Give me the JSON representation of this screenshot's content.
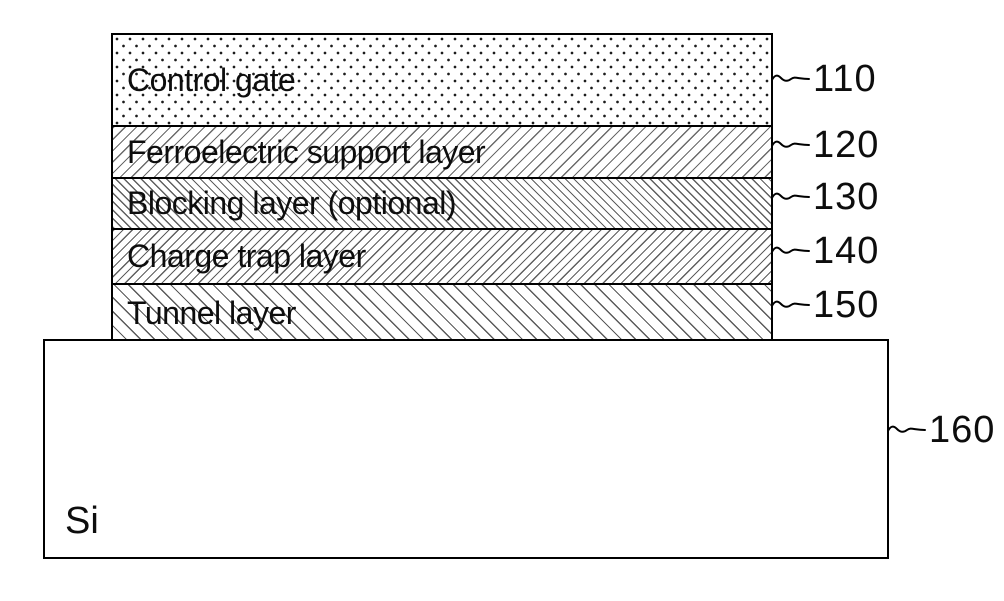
{
  "figure": {
    "stack_layers": [
      {
        "name": "Control gate",
        "ref": "110",
        "fill": "dots"
      },
      {
        "name": "Ferroelectric support layer",
        "ref": "120",
        "fill": "diagonal-up-hatch"
      },
      {
        "name": "Blocking layer (optional)",
        "ref": "130",
        "fill": "diagonal-down-hatch-dense"
      },
      {
        "name": "Charge trap layer",
        "ref": "140",
        "fill": "diagonal-up-hatch-dense"
      },
      {
        "name": "Tunnel layer",
        "ref": "150",
        "fill": "diagonal-down-hatch"
      }
    ],
    "substrate": {
      "name": "Si",
      "ref": "160"
    },
    "colors": {
      "line": "#000000",
      "hatch": "#606060",
      "background": "#ffffff"
    }
  }
}
